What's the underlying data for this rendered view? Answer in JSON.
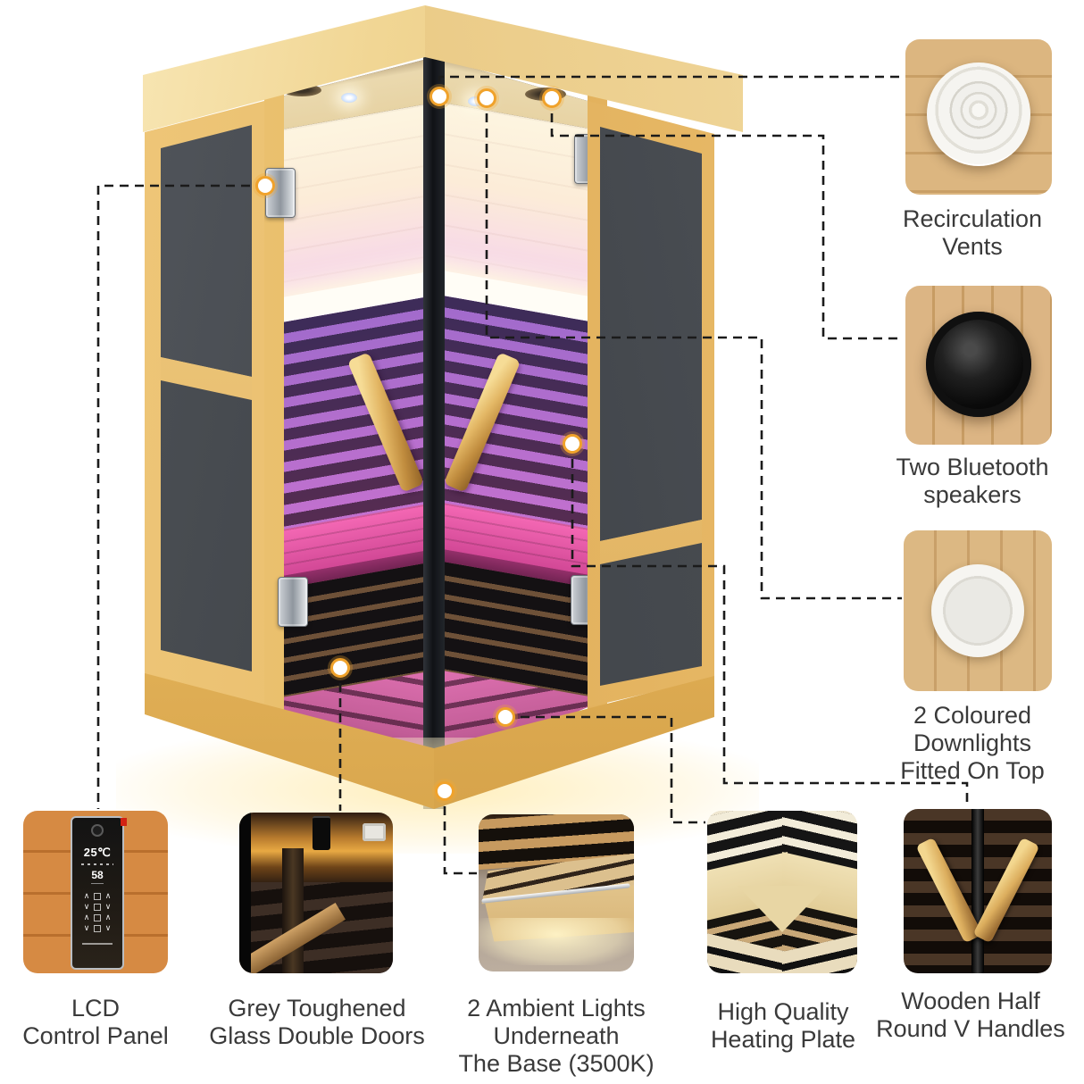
{
  "page": {
    "background": "#ffffff"
  },
  "colors": {
    "hotspot_ring": "#f0a22b",
    "leader_line": "#1b1b1b",
    "frame_wood": "#ecc271",
    "side_panel_grey": "#46494e",
    "interior_stripe_purple": "#b77ad4",
    "interior_stripe_black": "#17141b",
    "bench_pink": "#e0549e",
    "label_text": "#3a3a3a"
  },
  "lcd_panel": {
    "temperature": "25℃",
    "secondary_value": "58"
  },
  "callouts": {
    "right": [
      {
        "id": "recirculation-vents",
        "lines": [
          "Recirculation",
          "Vents"
        ]
      },
      {
        "id": "bluetooth-speakers",
        "lines": [
          "Two Bluetooth",
          "speakers"
        ]
      },
      {
        "id": "coloured-downlights",
        "lines": [
          "2 Coloured",
          "Downlights",
          "Fitted On Top"
        ]
      }
    ],
    "bottom": [
      {
        "id": "lcd-control-panel",
        "lines": [
          "LCD",
          "Control Panel"
        ]
      },
      {
        "id": "glass-double-doors",
        "lines": [
          "Grey Toughened",
          "Glass Double Doors"
        ]
      },
      {
        "id": "ambient-lights",
        "lines": [
          "2 Ambient Lights",
          "Underneath",
          "The Base (3500K)"
        ]
      },
      {
        "id": "heating-plate",
        "lines": [
          "High Quality",
          "Heating Plate"
        ]
      },
      {
        "id": "v-handles",
        "lines": [
          "Wooden Half",
          "Round V Handles"
        ]
      }
    ]
  },
  "hotspots": [
    "lcd-control-panel",
    "recirculation-vents",
    "coloured-downlights",
    "bluetooth-speakers",
    "v-handles",
    "heating-plate",
    "ambient-lights",
    "glass-double-doors"
  ]
}
